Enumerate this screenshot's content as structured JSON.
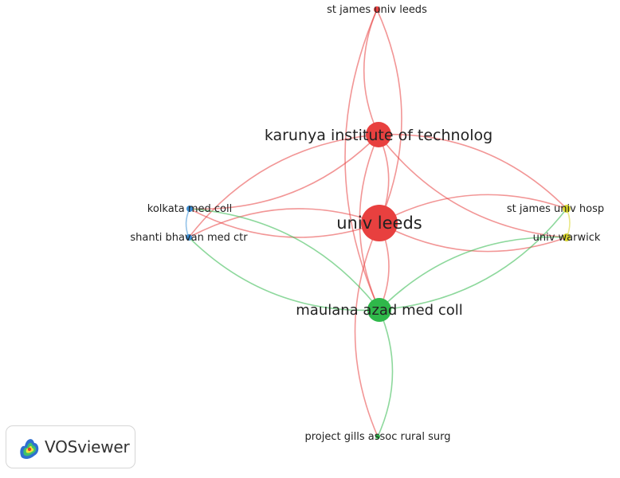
{
  "network": {
    "nodes": [
      {
        "id": "karunya",
        "label": "karunya institute of technolog",
        "cluster": "red",
        "weight": "large"
      },
      {
        "id": "leeds",
        "label": "univ leeds",
        "cluster": "red",
        "weight": "largest"
      },
      {
        "id": "stjames_leeds",
        "label": "st james univ leeds",
        "cluster": "red",
        "weight": "small"
      },
      {
        "id": "maulana",
        "label": "maulana azad med coll",
        "cluster": "green",
        "weight": "large"
      },
      {
        "id": "gills",
        "label": "project gills assoc rural surg",
        "cluster": "green",
        "weight": "small"
      },
      {
        "id": "kolkata",
        "label": "kolkata med coll",
        "cluster": "blue",
        "weight": "small"
      },
      {
        "id": "shanti",
        "label": "shanti bhavan med ctr",
        "cluster": "blue",
        "weight": "small"
      },
      {
        "id": "stjames_hosp",
        "label": "st james univ hosp",
        "cluster": "yellow",
        "weight": "small"
      },
      {
        "id": "warwick",
        "label": "univ warwick",
        "cluster": "yellow",
        "weight": "small"
      }
    ],
    "links": [
      [
        "stjames_leeds",
        "karunya"
      ],
      [
        "stjames_leeds",
        "leeds"
      ],
      [
        "stjames_leeds",
        "maulana"
      ],
      [
        "karunya",
        "leeds"
      ],
      [
        "karunya",
        "maulana"
      ],
      [
        "karunya",
        "kolkata"
      ],
      [
        "karunya",
        "shanti"
      ],
      [
        "karunya",
        "stjames_hosp"
      ],
      [
        "karunya",
        "warwick"
      ],
      [
        "leeds",
        "kolkata"
      ],
      [
        "leeds",
        "shanti"
      ],
      [
        "leeds",
        "maulana"
      ],
      [
        "leeds",
        "gills"
      ],
      [
        "leeds",
        "stjames_hosp"
      ],
      [
        "leeds",
        "warwick"
      ],
      [
        "maulana",
        "gills"
      ],
      [
        "maulana",
        "kolkata"
      ],
      [
        "maulana",
        "shanti"
      ],
      [
        "maulana",
        "stjames_hosp"
      ],
      [
        "maulana",
        "warwick"
      ],
      [
        "kolkata",
        "shanti"
      ],
      [
        "stjames_hosp",
        "warwick"
      ]
    ]
  },
  "colors": {
    "red": "#e8403f",
    "green": "#2fb84a",
    "blue": "#3b8fd6",
    "yellow": "#d9d52a"
  },
  "branding": {
    "name": "VOSviewer",
    "logo_icon": "vosviewer-density-logo-icon"
  }
}
